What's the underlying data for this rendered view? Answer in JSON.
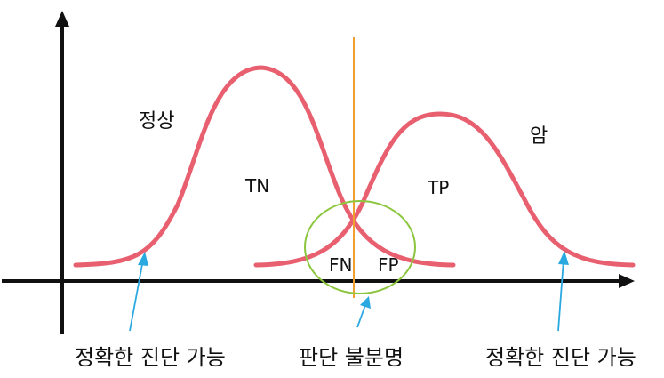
{
  "labels": {
    "normal": "정상",
    "cancer": "암",
    "tn": "TN",
    "tp": "TP",
    "fn": "FN",
    "fp": "FP",
    "accurate_left": "정확한 진단 가능",
    "ambiguous": "판단 불분명",
    "accurate_right": "정확한 진단 가능"
  },
  "colors": {
    "curve": "#e8606f",
    "threshold": "#f0a030",
    "overlap_circle": "#8cc63f",
    "pointer": "#2aa8e0",
    "axis": "#111111"
  },
  "icons": {
    "axis_heads": "arrow",
    "pointers": "arrow"
  }
}
